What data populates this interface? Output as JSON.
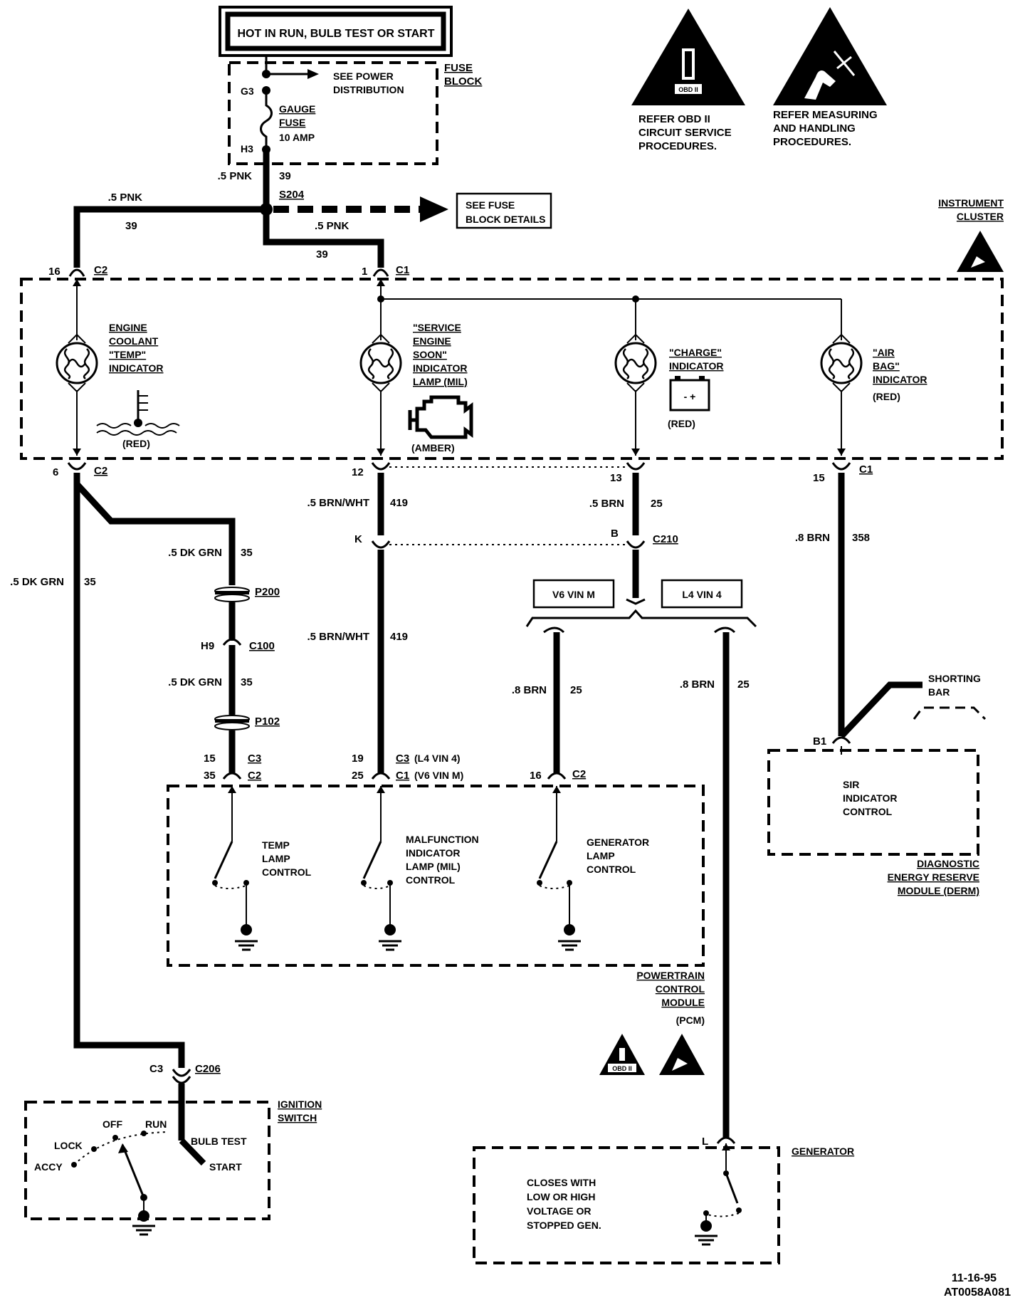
{
  "power": {
    "header": "HOT IN RUN, BULB TEST OR START",
    "fuse_block": {
      "title_l1": "FUSE",
      "title_l2": "BLOCK",
      "term_g3": "G3",
      "term_h3": "H3",
      "see_power_l1": "SEE POWER",
      "see_power_l2": "DISTRIBUTION",
      "fuse_l1": "GAUGE",
      "fuse_l2": "FUSE",
      "fuse_l3": "10  AMP"
    },
    "wire_feed": {
      "gauge": ".5 PNK",
      "circuit": "39"
    },
    "splice": "S204",
    "wire_left": {
      "gauge": ".5 PNK",
      "circuit": "39"
    },
    "wire_right": {
      "gauge": ".5 PNK",
      "circuit": "39"
    },
    "see_fuse_l1": "SEE FUSE",
    "see_fuse_l2": "BLOCK DETAILS"
  },
  "warnings": {
    "obd": {
      "l1": "REFER  OBD II",
      "l2": "CIRCUIT SERVICE",
      "l3": "PROCEDURES.",
      "badge": "OBD II"
    },
    "esd": {
      "l1": "REFER MEASURING",
      "l2": "AND HANDLING",
      "l3": "PROCEDURES."
    }
  },
  "cluster": {
    "title_l1": "INSTRUMENT",
    "title_l2": "CLUSTER",
    "conn_left_pin": "16",
    "conn_left": "C2",
    "conn_mid_pin": "1",
    "conn_mid": "C1",
    "coolant": {
      "l1": "ENGINE",
      "l2": "COOLANT",
      "l3": "\"TEMP\"",
      "l4": "INDICATOR",
      "color": "(RED)"
    },
    "ses": {
      "l1": "\"SERVICE",
      "l2": "ENGINE",
      "l3": "SOON\"",
      "l4": "INDICATOR",
      "l5": "LAMP (MIL)",
      "color": "(AMBER)"
    },
    "charge": {
      "l1": "\"CHARGE\"",
      "l2": "INDICATOR",
      "color": "(RED)",
      "battery": "-  +"
    },
    "airbag": {
      "l1": "\"AIR",
      "l2": "BAG\"",
      "l3": "INDICATOR",
      "color": "(RED)"
    },
    "out_coolant_pin": "6",
    "out_coolant_conn": "C2",
    "out_ses_pin": "12",
    "out_charge_pin": "13",
    "out_airbag_pin": "15",
    "out_airbag_conn": "C1"
  },
  "wires": {
    "coolant_main": {
      "gauge": ".5 DK GRN",
      "circuit": "35"
    },
    "coolant_branch1": {
      "gauge": ".5 DK GRN",
      "circuit": "35"
    },
    "coolant_branch2": {
      "gauge": ".5 DK GRN",
      "circuit": "35"
    },
    "ses_upper": {
      "gauge": ".5 BRN/WHT",
      "circuit": "419"
    },
    "ses_lower": {
      "gauge": ".5 BRN/WHT",
      "circuit": "419"
    },
    "charge_upper": {
      "gauge": ".5 BRN",
      "circuit": "25"
    },
    "charge_left": {
      "gauge": ".8 BRN",
      "circuit": "25"
    },
    "charge_right": {
      "gauge": ".8 BRN",
      "circuit": "25"
    },
    "airbag": {
      "gauge": ".8 BRN",
      "circuit": "358"
    }
  },
  "connectors": {
    "c210": "C210",
    "c210_k": "K",
    "c210_b": "B",
    "p200": "P200",
    "c100": "C100",
    "c100_pin": "H9",
    "p102": "P102",
    "pcm_temp_pin1": "15",
    "pcm_temp_conn1": "C3",
    "pcm_temp_pin2": "35",
    "pcm_temp_conn2": "C2",
    "pcm_mil_pin1": "19",
    "pcm_mil_conn1": "C3",
    "pcm_mil_note1": "(L4  VIN  4)",
    "pcm_mil_pin2": "25",
    "pcm_mil_conn2": "C1",
    "pcm_mil_note2": "(V6  VIN  M)",
    "pcm_gen_pin": "16",
    "pcm_gen_conn": "C2",
    "c206_pin": "C3",
    "c206": "C206",
    "gen_pin": "L",
    "derm_pin": "B1"
  },
  "variants": {
    "v6": "V6  VIN  M",
    "l4": "L4  VIN  4"
  },
  "pcm": {
    "temp": {
      "l1": "TEMP",
      "l2": "LAMP",
      "l3": "CONTROL"
    },
    "mil": {
      "l1": "MALFUNCTION",
      "l2": "INDICATOR",
      "l3": "LAMP  (MIL)",
      "l4": "CONTROL"
    },
    "gen": {
      "l1": "GENERATOR",
      "l2": "LAMP",
      "l3": "CONTROL"
    },
    "title_l1": "POWERTRAIN",
    "title_l2": "CONTROL",
    "title_l3": "MODULE",
    "title_l4": "(PCM)",
    "badge_obd": "OBD II"
  },
  "derm": {
    "l1": "SIR",
    "l2": "INDICATOR",
    "l3": "CONTROL",
    "title_l1": "DIAGNOSTIC",
    "title_l2": "ENERGY  RESERVE",
    "title_l3": "MODULE  (DERM)",
    "shorting_l1": "SHORTING",
    "shorting_l2": "BAR"
  },
  "ignition": {
    "title_l1": "IGNITION",
    "title_l2": "SWITCH",
    "lock": "LOCK",
    "off": "OFF",
    "run": "RUN",
    "accy": "ACCY",
    "bulb_test": "BULB TEST",
    "start": "START"
  },
  "generator": {
    "title": "GENERATOR",
    "l1": "CLOSES  WITH",
    "l2": "LOW  OR  HIGH",
    "l3": "VOLTAGE  OR",
    "l4": "STOPPED  GEN."
  },
  "footer": {
    "date": "11-16-95",
    "code": "AT0058A081"
  }
}
